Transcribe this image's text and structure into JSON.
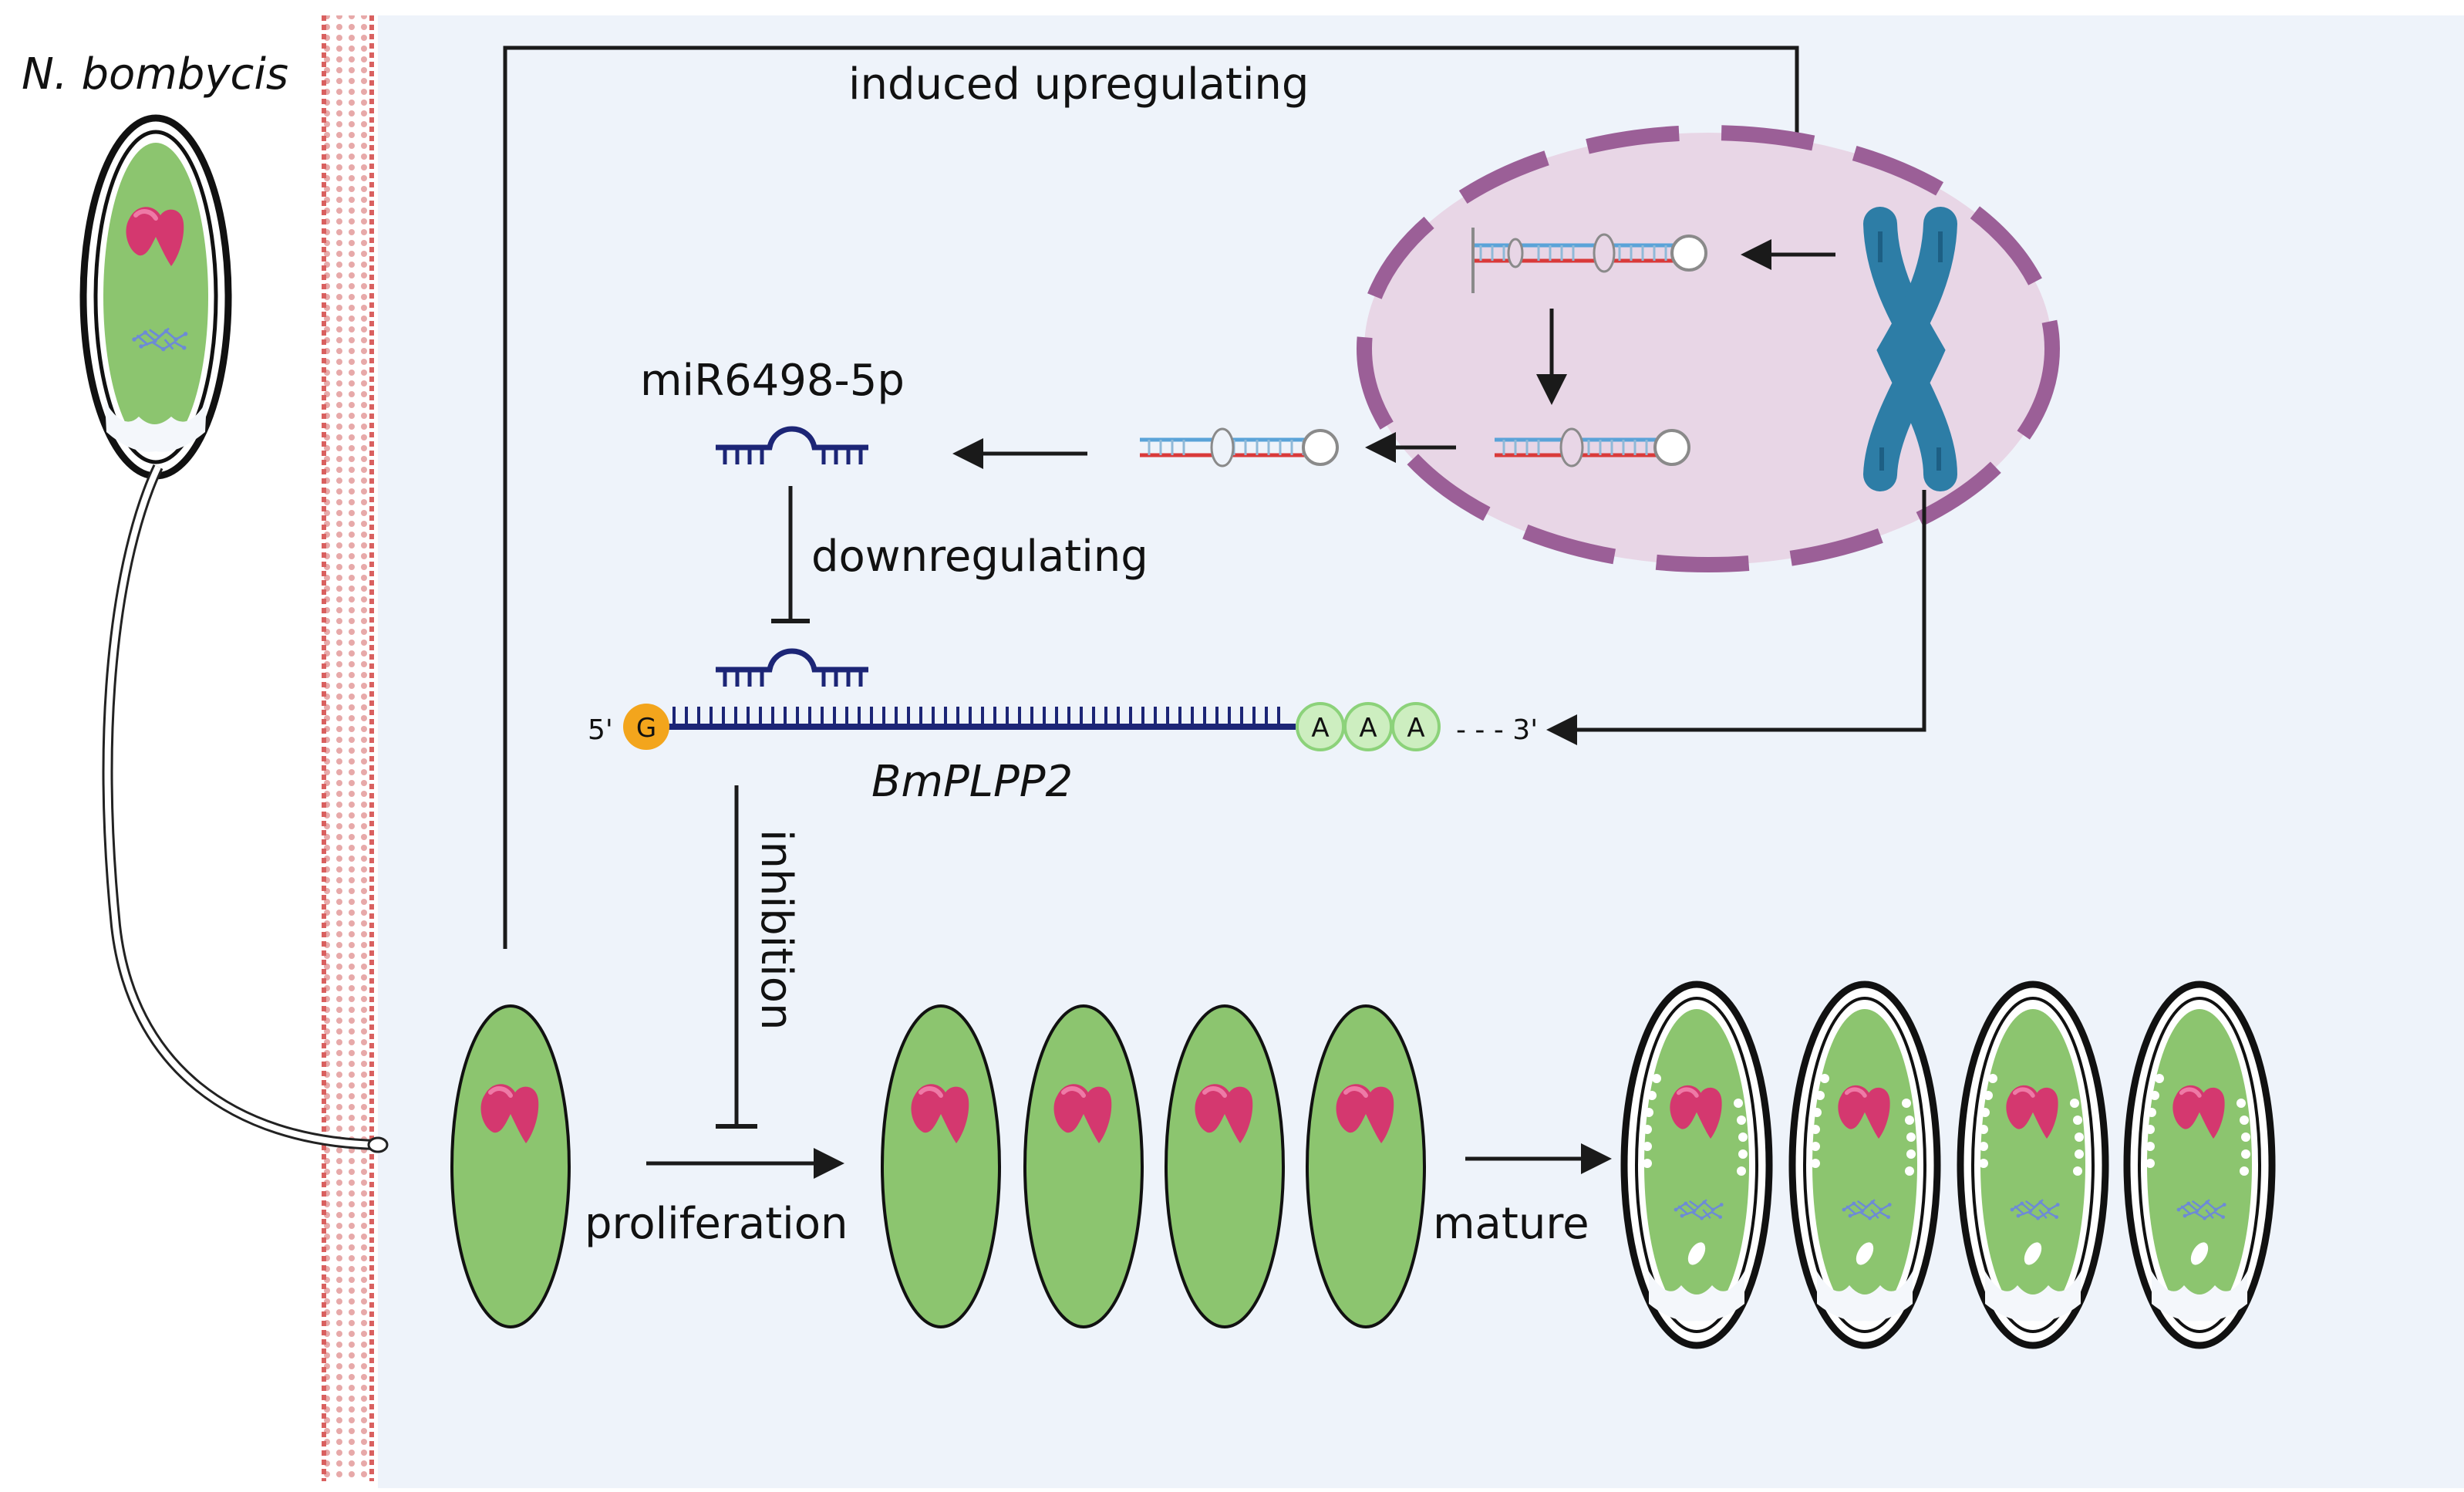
{
  "colors": {
    "background": "#ffffff",
    "cell_interior": "#eef3fa",
    "membrane": "#d9605f",
    "nucleus_fill": "#e8d6e6",
    "nucleus_border": "#9b5f97",
    "spore_green": "#8cc56f",
    "polaroplast": "#d4386f",
    "mirna_navy": "#1c2576",
    "cap_orange": "#f3a51c",
    "polya_green": "#cdeec0",
    "chromosome": "#2d7da6",
    "arrow": "#1a1a1a",
    "rna_blue": "#5aa3d8",
    "rna_red": "#d93a3a"
  },
  "organism": {
    "label": "N. bombycis"
  },
  "pathway": {
    "induced_label": "induced upregulating",
    "mirna_label": "miR6498-5p",
    "down_label": "downregulating",
    "mrna": {
      "five_prime": "5'",
      "cap": "G",
      "polya": [
        "A",
        "A",
        "A"
      ],
      "tail": "- - - 3'",
      "gene": "BmPLPP2"
    },
    "inhibition_label": "inhibition"
  },
  "stages": {
    "proliferation_label": "proliferation",
    "mature_label": "mature"
  },
  "icons": [
    "spore-icon",
    "polar-tube-icon",
    "nucleus-icon",
    "chromosome-icon",
    "pri-mirna-icon",
    "pre-mirna-icon",
    "mirna-icon",
    "mrna-icon",
    "meront-icon"
  ]
}
